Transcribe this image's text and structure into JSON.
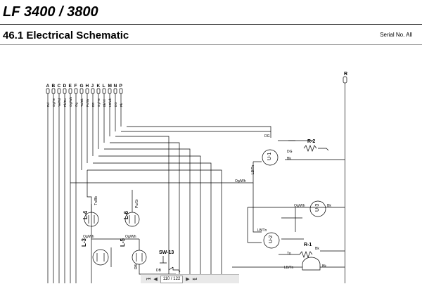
{
  "header": {
    "model_title": "LF 3400 / 3800",
    "section_title": "46.1  Electrical Schematic",
    "serial_label": "Serial No. All"
  },
  "schematic": {
    "terminal_letters": [
      "A",
      "B",
      "C",
      "D",
      "E",
      "F",
      "G",
      "H",
      "J",
      "K",
      "L",
      "M",
      "N",
      "P"
    ],
    "wire_colors": [
      "Rd",
      "Og/Ye",
      "Ye/Rd",
      "Pk/Bu",
      "Og/Wh",
      "Og",
      "Tn/Bk",
      "Pu/Gr",
      "DB",
      "Gy/Ye",
      "Bk/Yl",
      "LB/wh",
      "DG",
      "Pk"
    ],
    "r_terminal": "R",
    "components": {
      "u1": "U-1",
      "u2": "U-2",
      "u3": "U-3",
      "r1": "R-1",
      "r2": "R-2",
      "l3": "L-3",
      "l4": "L-4",
      "l5": "L-5",
      "l6": "L-6",
      "sw13": "SW-13"
    },
    "wire_labels": {
      "dg_u1_top": "DG",
      "dg_u1": "DG",
      "bk_u1": "Bk",
      "lbtn_u1": "LB/Tn",
      "ogwh_main": "Og/Wh",
      "ogwh_u3": "Og/Wh",
      "bk_u3": "Bk",
      "lbtn_u2": "LB/Tn",
      "tn_u2": "Tn",
      "bk_r1": "Bk",
      "tnbk_l4": "Tn/Bk",
      "pugr_l6": "Pu/Gr",
      "ogwh_l4": "Og/Wh",
      "ogwh_l6": "Og/Wh",
      "db_l5": "DB",
      "db_sw": "DB",
      "lbtn_bottom": "LB/Tn",
      "bk_bottom": "Bk"
    }
  },
  "toolbar": {
    "page_indicator": "110 / 122"
  }
}
